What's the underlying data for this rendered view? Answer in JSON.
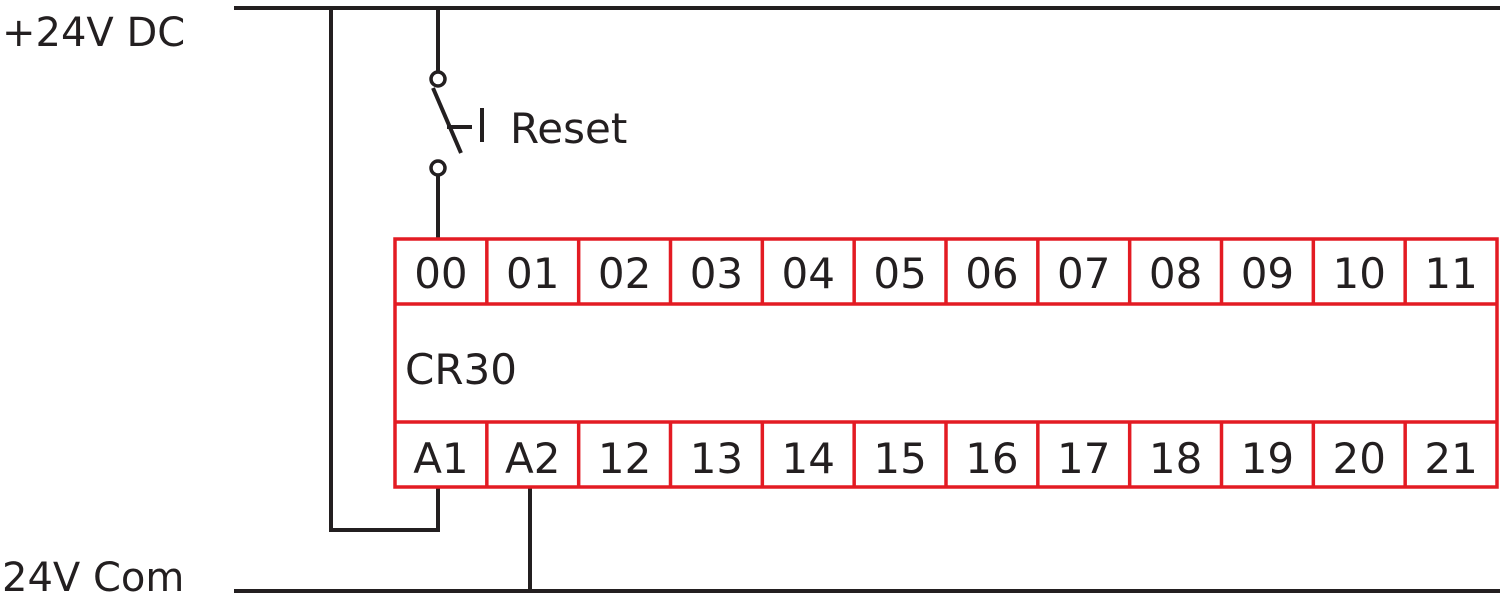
{
  "rails": {
    "top_label": "+24V DC",
    "bottom_label": "24V Com"
  },
  "reset_switch": {
    "label": "Reset"
  },
  "relay": {
    "name": "CR30",
    "top_terminals": [
      "00",
      "01",
      "02",
      "03",
      "04",
      "05",
      "06",
      "07",
      "08",
      "09",
      "10",
      "11"
    ],
    "bottom_terminals": [
      "A1",
      "A2",
      "12",
      "13",
      "14",
      "15",
      "16",
      "17",
      "18",
      "19",
      "20",
      "21"
    ]
  },
  "colors": {
    "wire": "#231f20",
    "relay_outline": "#e31b23"
  }
}
